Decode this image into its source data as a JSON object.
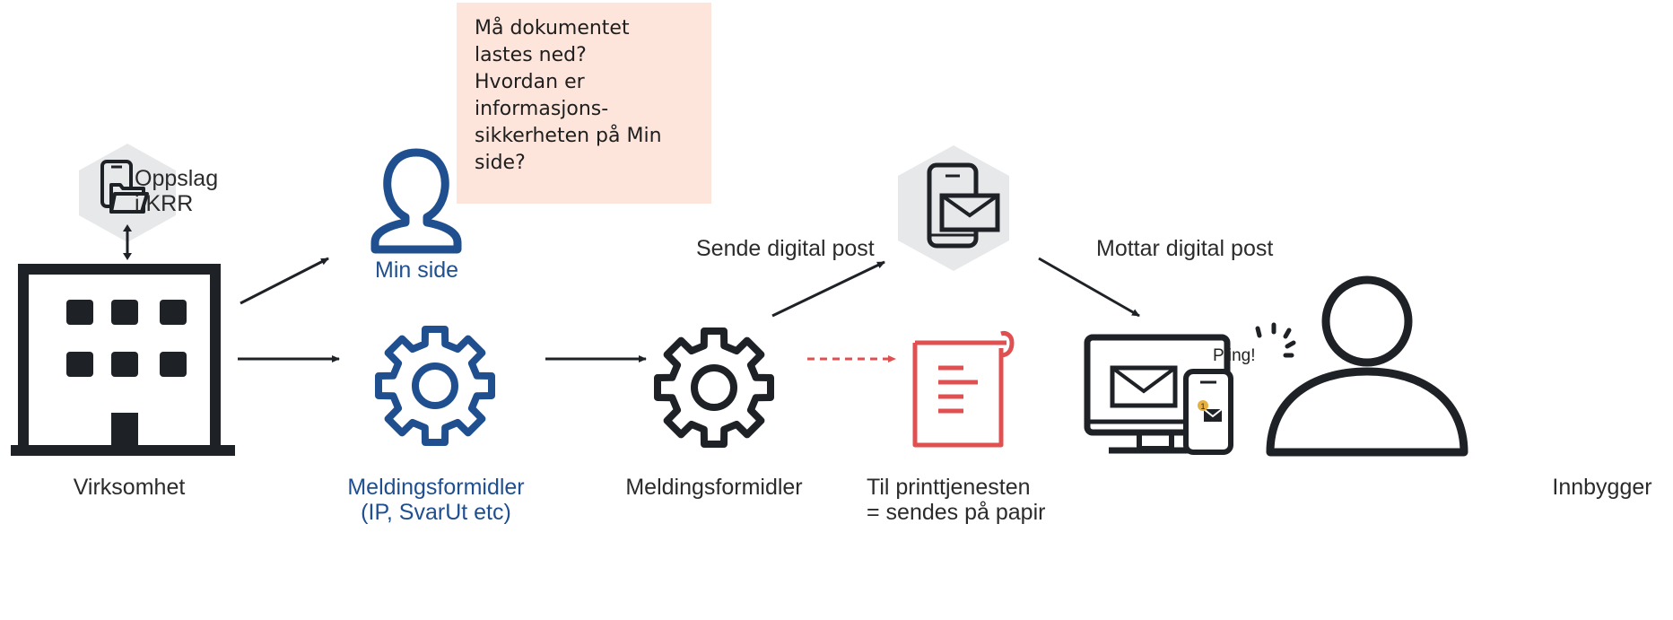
{
  "note": {
    "lines": [
      "Må dokumentet",
      "lastes ned?",
      "Hvordan er",
      "informasjons-",
      "sikkerheten på Min",
      "side?"
    ]
  },
  "labels": {
    "krr_line1": "Oppslag",
    "krr_line2": "i KRR",
    "min_side": "Min side",
    "virksomhet": "Virksomhet",
    "meldingsformidler_ip_line1": "Meldingsformidler",
    "meldingsformidler_ip_line2": "(IP, SvarUt etc)",
    "meldingsformidler": "Meldingsformidler",
    "sende_digital_post": "Sende digital post",
    "mottar_digital_post": "Mottar digital post",
    "print_line1": "Til printtjenesten",
    "print_line2": "= sendes på papir",
    "pling": "Pling!",
    "innbygger": "Innbygger"
  },
  "colors": {
    "icon_dark": "#1e2126",
    "blue": "#1f4f8f",
    "red": "#e15050",
    "hexagon": "#e7e8ea",
    "note_bg": "#fde5dc"
  }
}
